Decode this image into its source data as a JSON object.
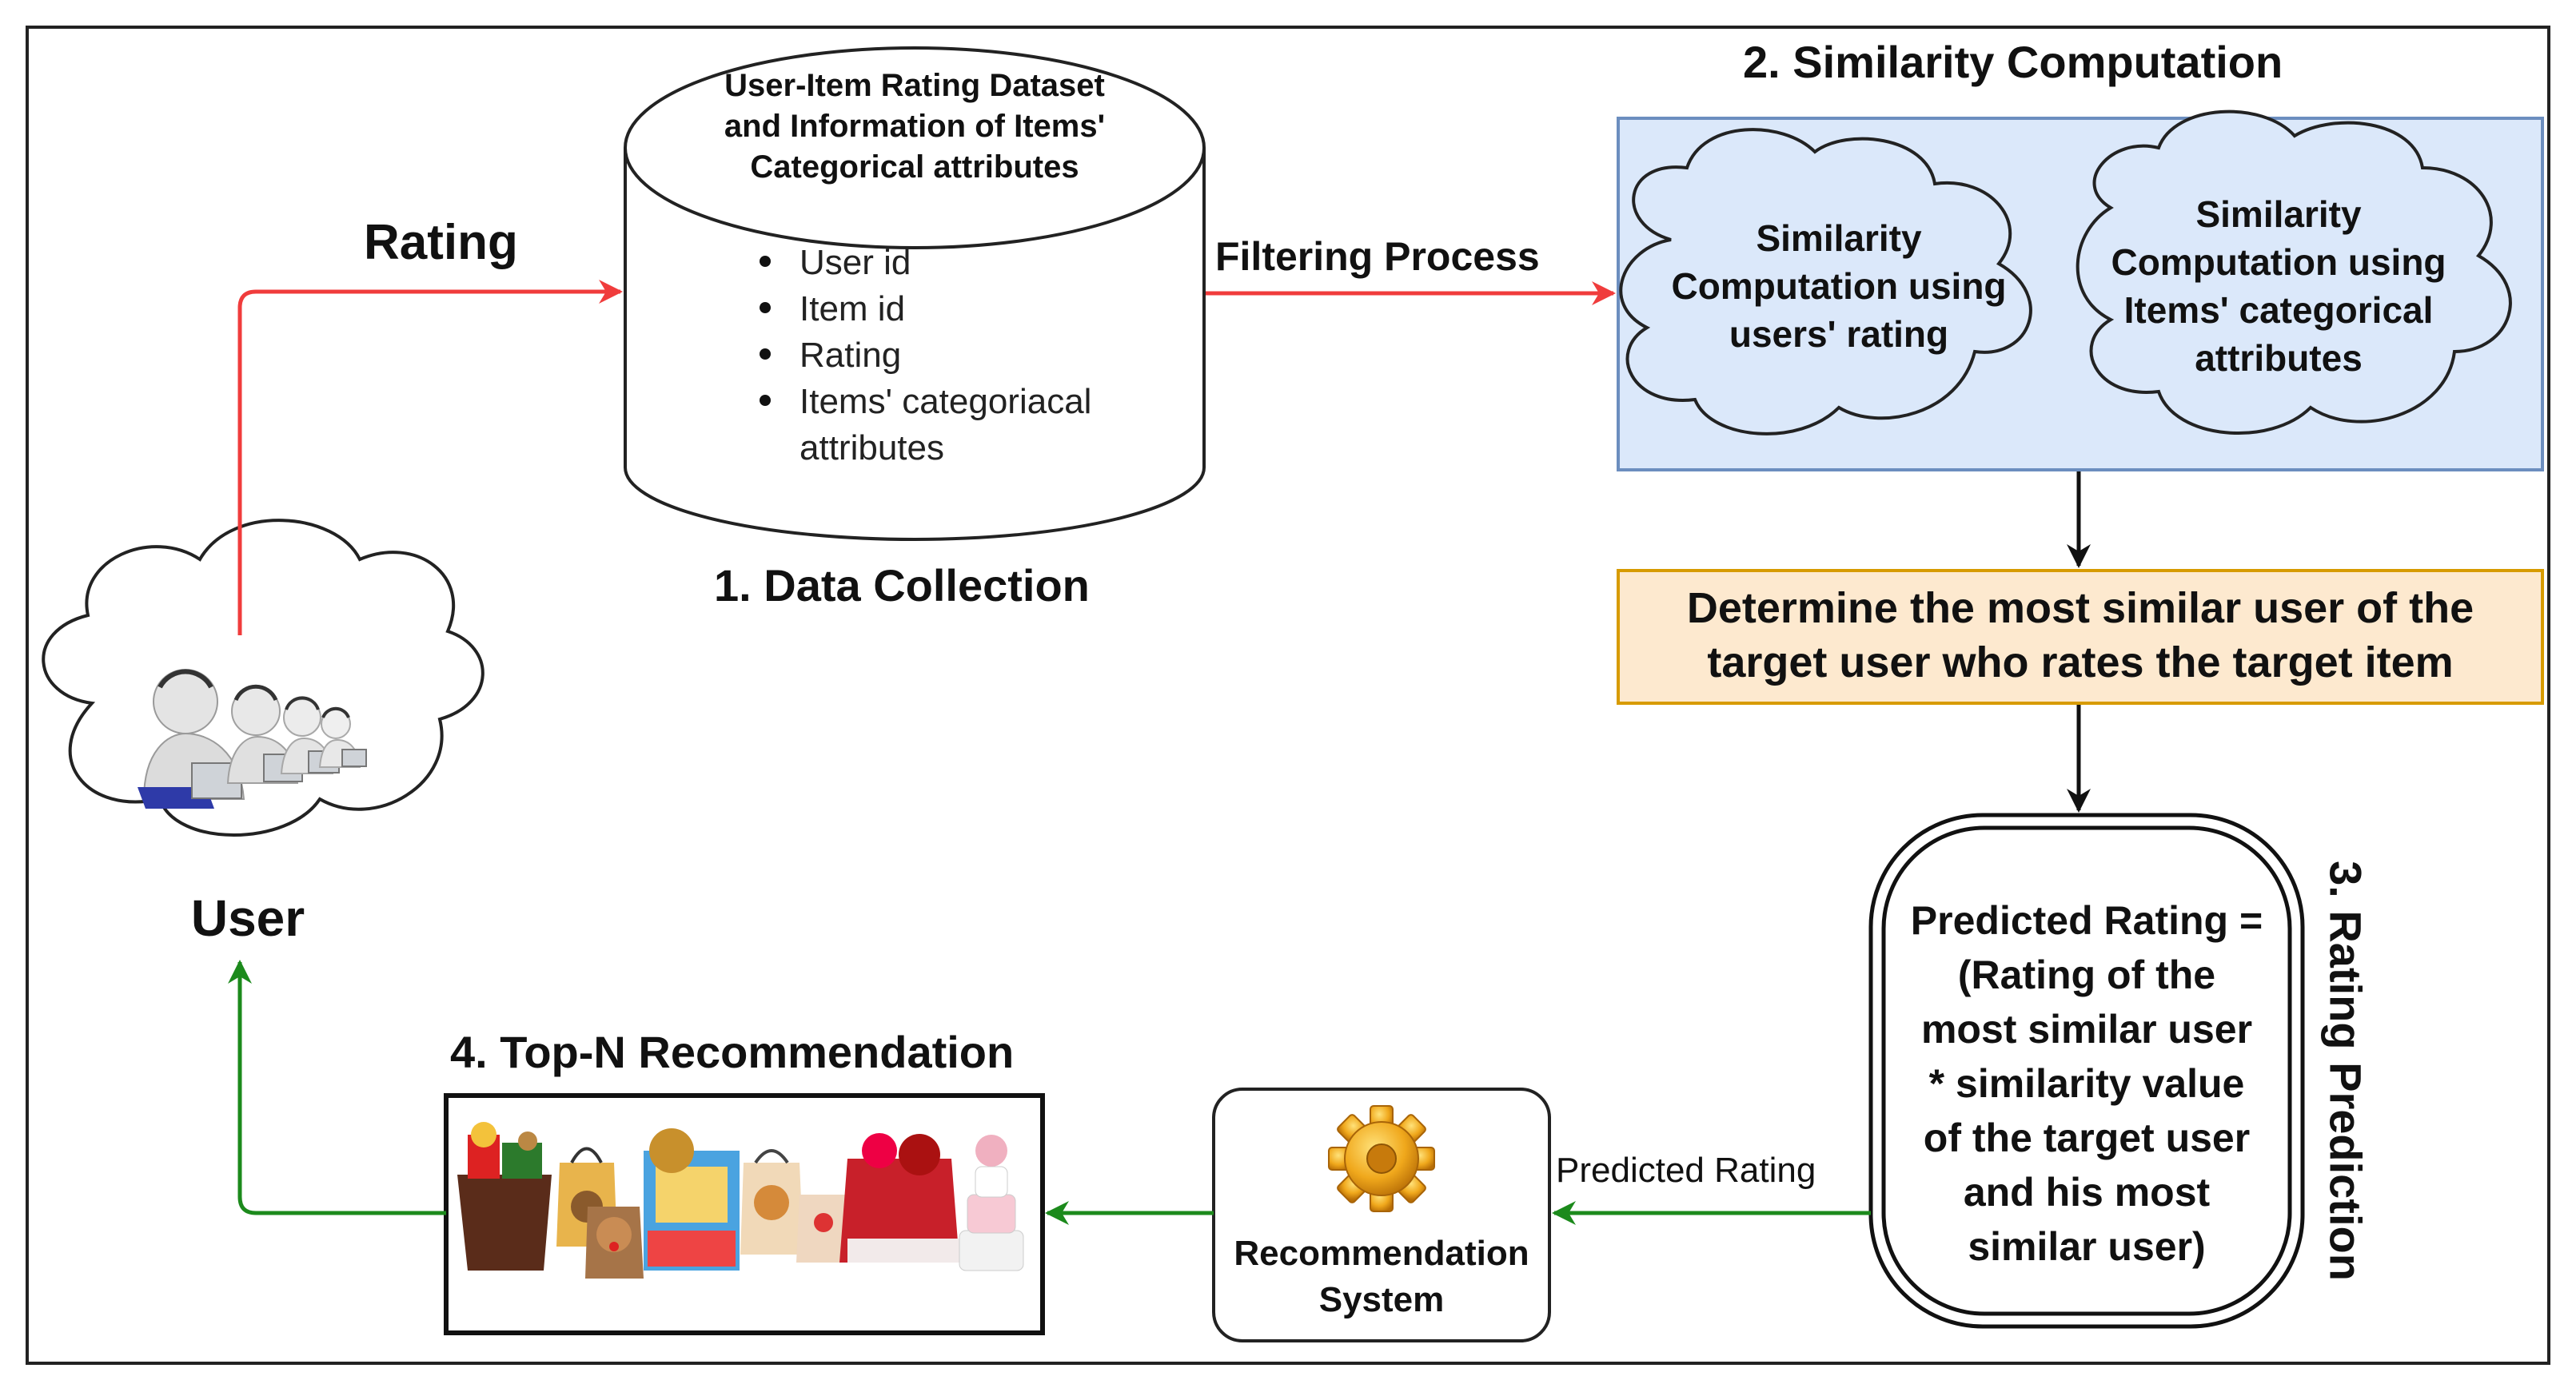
{
  "colors": {
    "red_arrow": "#f03c3c",
    "green_arrow": "#1c8a1c",
    "black_arrow": "#111111",
    "similarity_fill": "#dbe8fa",
    "similarity_border": "#6c8ebf",
    "determine_fill": "#fde9cf",
    "determine_border": "#d79b00"
  },
  "labels": {
    "rating": "Rating",
    "filtering_process": "Filtering Process",
    "predicted_rating_edge": "Predicted Rating",
    "user": "User"
  },
  "data_collection": {
    "db_title_lines": [
      "User-Item Rating Dataset",
      "and Information of  Items'",
      "Categorical attributes"
    ],
    "items": [
      "User id",
      "Item id",
      "Rating",
      "Items' categoriacal",
      "attributes"
    ],
    "caption": "1. Data Collection"
  },
  "similarity": {
    "title": "2. Similarity Computation",
    "cloud1_lines": [
      "Similarity",
      "Computation using",
      "users' rating"
    ],
    "cloud2_lines": [
      "Similarity",
      "Computation using",
      "Items' categorical",
      "attributes"
    ]
  },
  "determine": {
    "lines": [
      "Determine the most similar user of the",
      "target user who rates the target item"
    ]
  },
  "rating_prediction": {
    "title": "3. Rating  Prediction",
    "formula_lines": [
      "Predicted Rating =",
      "(Rating of the",
      "most similar user",
      "* similarity value",
      "of the target user",
      "and his most",
      "similar user)"
    ]
  },
  "recommendation_system": {
    "lines": [
      "Recommendation",
      "System"
    ],
    "icon": "gear-icon"
  },
  "topn": {
    "title": "4. Top-N Recommendation",
    "images": [
      "gift-basket-image",
      "gift-bag-image",
      "gift-bag-image",
      "gift-box-image",
      "gift-bag-image",
      "gift-bag-image",
      "gift-hamper-image",
      "diaper-cake-image"
    ]
  },
  "user_icon": "users-at-laptops-icon"
}
